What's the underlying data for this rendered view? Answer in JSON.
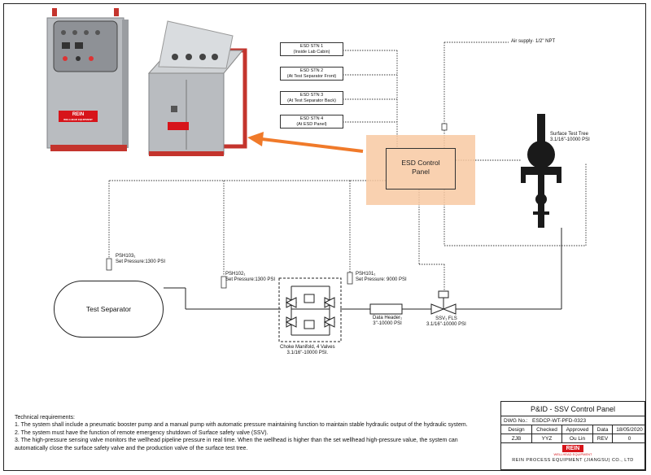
{
  "air_supply": "Air supply· 1/2\" NPT",
  "esd_stations": [
    {
      "line1": "ESD STN 1",
      "line2": "(Inside Lab Cabin)"
    },
    {
      "line1": "ESD STN 2",
      "line2": "(At Test Separator Front)"
    },
    {
      "line1": "ESD STN 3",
      "line2": "(At Test Separator Back)"
    },
    {
      "line1": "ESD STN 4",
      "line2": "(At ESD Panel)"
    }
  ],
  "esd_panel": {
    "line1": "ESD Control",
    "line2": "Panel"
  },
  "surface_tree": {
    "line1": "Surface Test Tree",
    "line2": "3.1/16\"-10000 PSI"
  },
  "psh103": {
    "line1": "PSH103₁",
    "line2": "Set Pressure:1300 PSI"
  },
  "psh102": {
    "line1": "PSH102₁",
    "line2": "Set Pressure:1300 PSI"
  },
  "psh101": {
    "line1": "PSH101₁",
    "line2": "Set Pressure: 9000 PSI"
  },
  "test_separator": "Test Separator",
  "data_header": {
    "line1": "Data Header₁",
    "line2": "3\"-10000 PSI"
  },
  "ssv": {
    "line1": "SSV₁ FLS",
    "line2": "3.1/16\"-10000 PSI"
  },
  "choke_manifold": {
    "line1": "Choke Manifold, 4 Valves",
    "line2": "3.1/16\"-10000 PSI."
  },
  "cabinet_logo": {
    "brand": "REIN",
    "sub": "WELLHEAD EQUIPMENT"
  },
  "notes": {
    "heading": "Technical requirements:",
    "items": [
      "1. The system shall include a pneumatic booster pump and a manual pump with automatic pressure maintaining function to maintain stable hydraulic output of the hydraulic system.",
      "2. The system must have the function of remote emergency shutdown of Surface safety valve (SSV).",
      "3. The high-pressure sensing valve monitors the wellhead pipeline pressure in real time. When the wellhead is higher than the set wellhead high-pressure value, the system can automatically close the surface safety valve and the production valve of the surface test tree."
    ]
  },
  "title_block": {
    "title": "P&ID - SSV Control Panel",
    "dwg_label": "DWG No.:",
    "dwg_no": "ESDCP-WT-PFD-0323",
    "headers": [
      "Design",
      "Checked",
      "Approved",
      "Data",
      "18/05/2020"
    ],
    "values": [
      "ZJB",
      "YYZ",
      "Ou Lin",
      "REV",
      "0"
    ],
    "logo": "REIN",
    "logo_sub": "WELLHEAD EQUIPMENT",
    "company": "REIN PROCESS EQUIPMENT (JIANGSU) CO., LTD"
  },
  "colors": {
    "highlight": "#f8c9a2",
    "arrow": "#f07a2a",
    "cabinet_grey": "#b9bcc0",
    "frame_red": "#c4342d"
  }
}
